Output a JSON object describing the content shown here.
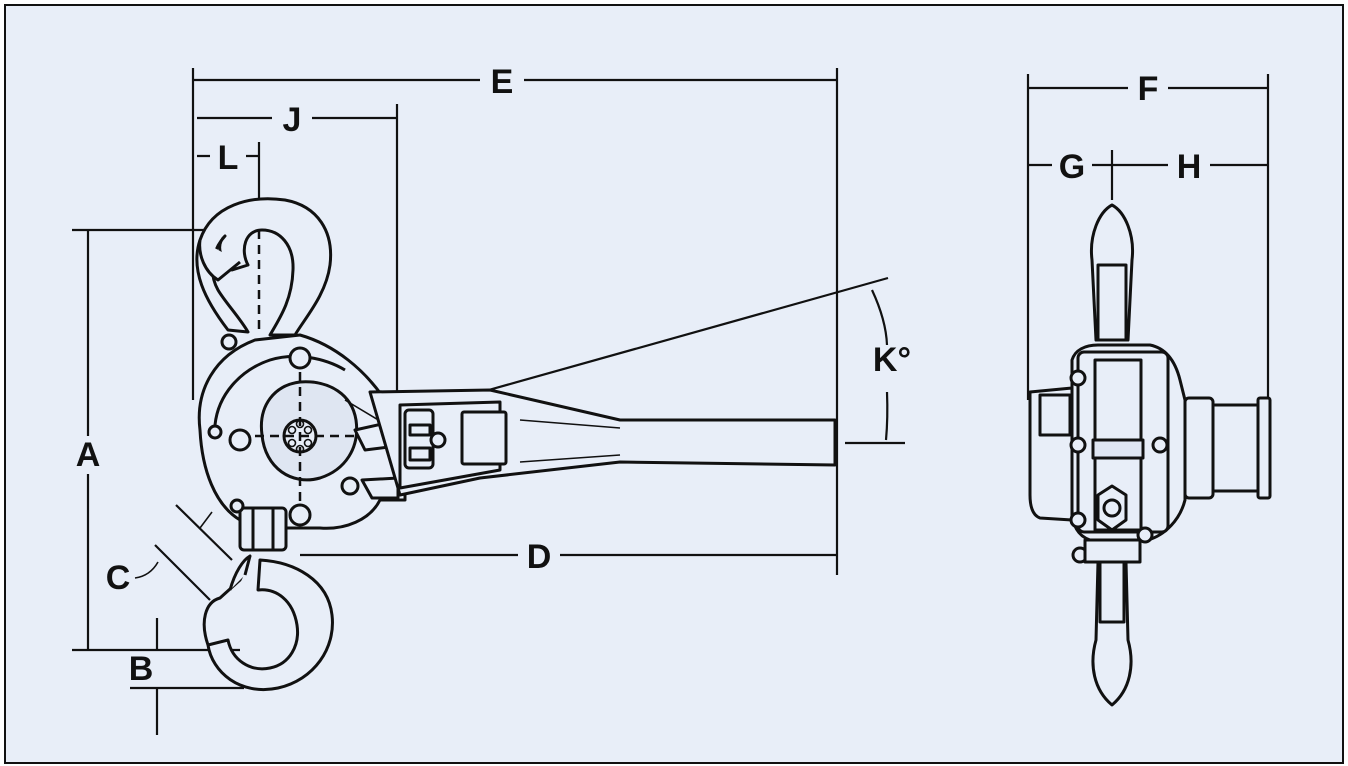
{
  "labels": {
    "A": "A",
    "B": "B",
    "C": "C",
    "D": "D",
    "E": "E",
    "F": "F",
    "G": "G",
    "H": "H",
    "J": "J",
    "K": "K°",
    "L": "L"
  },
  "colors": {
    "background": "#e8eef8",
    "line": "#111111",
    "border": "#111111"
  }
}
